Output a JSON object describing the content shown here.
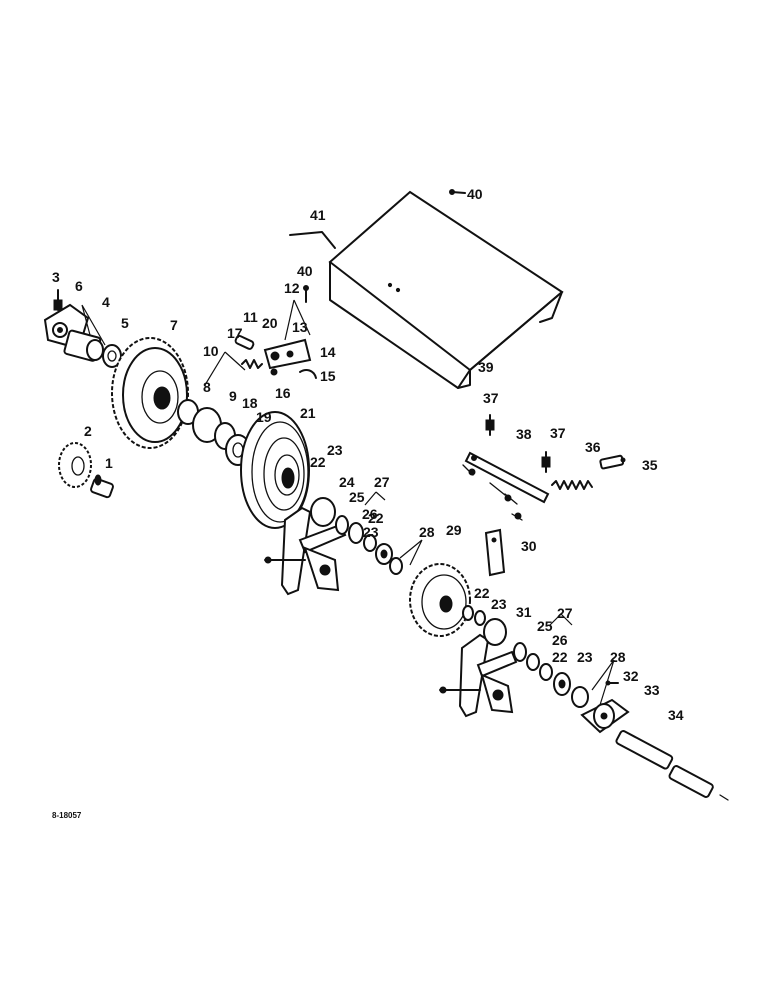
{
  "figure_id": "8-18057",
  "callouts": {
    "c1": "1",
    "c2": "2",
    "c3": "3",
    "c4": "4",
    "c5": "5",
    "c6": "6",
    "c7": "7",
    "c8": "8",
    "c9": "9",
    "c10": "10",
    "c11": "11",
    "c12": "12",
    "c13": "13",
    "c14": "14",
    "c15": "15",
    "c16": "16",
    "c17": "17",
    "c18": "18",
    "c19": "19",
    "c20": "20",
    "c21": "21",
    "c22": "22",
    "c23": "23",
    "c24": "24",
    "c25": "25",
    "c26": "26",
    "c27": "27",
    "c28": "28",
    "c29": "29",
    "c30": "30",
    "c31": "31",
    "c32": "32",
    "c33": "33",
    "c34": "34",
    "c35": "35",
    "c36": "36",
    "c37": "37",
    "c38": "38",
    "c39": "39",
    "c40": "40",
    "c41": "41"
  }
}
